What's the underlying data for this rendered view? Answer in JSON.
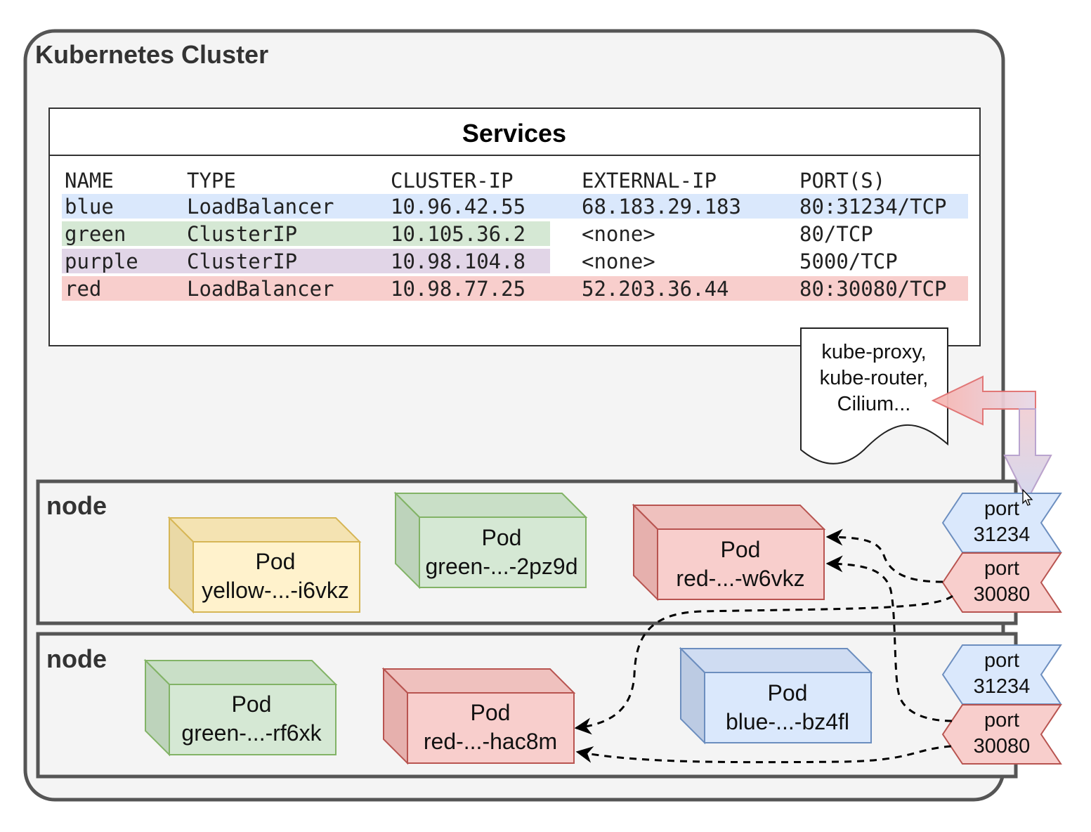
{
  "cluster": {
    "title": "Kubernetes Cluster"
  },
  "services": {
    "title": "Services",
    "headers": [
      "NAME",
      "TYPE",
      "CLUSTER-IP",
      "EXTERNAL-IP",
      "PORT(S)"
    ],
    "rows": [
      {
        "name": "blue",
        "type": "LoadBalancer",
        "cluster_ip": "10.96.42.55",
        "external_ip": "68.183.29.183",
        "ports": "80:31234/TCP",
        "color": "#dae8fc"
      },
      {
        "name": "green",
        "type": "ClusterIP",
        "cluster_ip": "10.105.36.2",
        "external_ip": "<none>",
        "ports": "80/TCP",
        "color": "#d5e8d4"
      },
      {
        "name": "purple",
        "type": "ClusterIP",
        "cluster_ip": "10.98.104.8",
        "external_ip": "<none>",
        "ports": "5000/TCP",
        "color": "#e1d5e7"
      },
      {
        "name": "red",
        "type": "LoadBalancer",
        "cluster_ip": "10.98.77.25",
        "external_ip": "52.203.36.44",
        "ports": "80:30080/TCP",
        "color": "#f8cecc"
      }
    ]
  },
  "proxy_note": {
    "lines": [
      "kube-proxy,",
      "kube-router,",
      "Cilium..."
    ]
  },
  "nodes": [
    {
      "label": "node",
      "pods": [
        {
          "title": "Pod",
          "name": "yellow-...-i6vkz",
          "color": "yellow"
        },
        {
          "title": "Pod",
          "name": "green-...-2pz9d",
          "color": "green"
        },
        {
          "title": "Pod",
          "name": "red-...-w6vkz",
          "color": "red"
        }
      ],
      "ports": [
        {
          "label": "port",
          "number": "31234",
          "color": "blue"
        },
        {
          "label": "port",
          "number": "30080",
          "color": "red"
        }
      ]
    },
    {
      "label": "node",
      "pods": [
        {
          "title": "Pod",
          "name": "green-...-rf6xk",
          "color": "green"
        },
        {
          "title": "Pod",
          "name": "red-...-hac8m",
          "color": "red"
        },
        {
          "title": "Pod",
          "name": "blue-...-bz4fl",
          "color": "blue"
        }
      ],
      "ports": [
        {
          "label": "port",
          "number": "31234",
          "color": "blue"
        },
        {
          "label": "port",
          "number": "30080",
          "color": "red"
        }
      ]
    }
  ],
  "palette": {
    "yellow": {
      "fill": "#fff2cc",
      "shade": "#ead9a6",
      "top": "#f4e3b2",
      "stroke": "#d6b656"
    },
    "green": {
      "fill": "#d5e8d4",
      "shade": "#bdd3bb",
      "top": "#c9dfc7",
      "stroke": "#82b366"
    },
    "red": {
      "fill": "#f8cecc",
      "shade": "#e6b0ad",
      "top": "#efc1be",
      "stroke": "#b85450"
    },
    "blue": {
      "fill": "#dae8fc",
      "shade": "#bccbe3",
      "top": "#cfdcf2",
      "stroke": "#6c8ebf"
    }
  }
}
